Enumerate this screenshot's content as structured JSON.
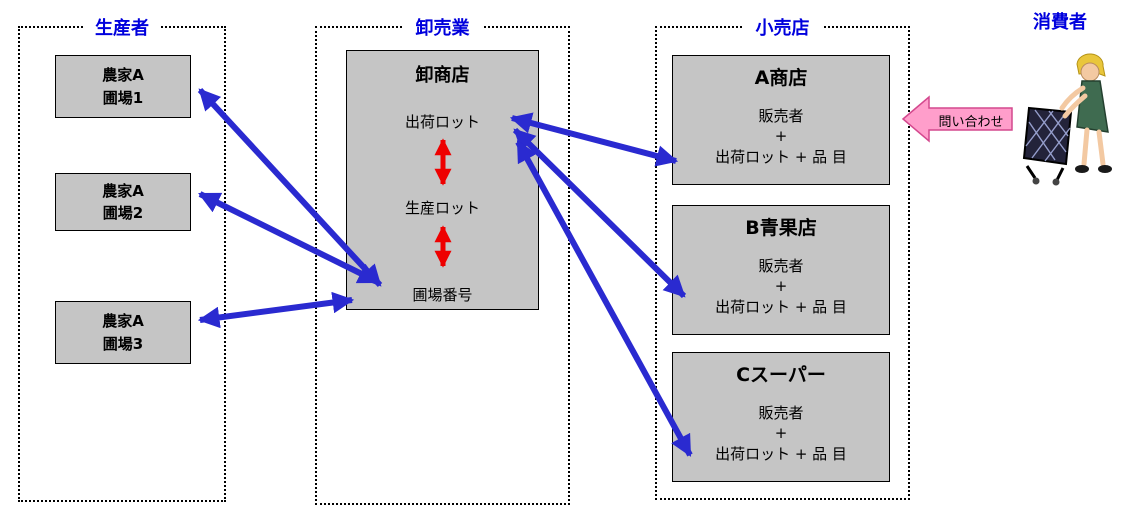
{
  "producers": {
    "title": "生産者",
    "farms": [
      {
        "line1": "農家A",
        "line2": "圃場1"
      },
      {
        "line1": "農家A",
        "line2": "圃場2"
      },
      {
        "line1": "農家A",
        "line2": "圃場3"
      }
    ]
  },
  "wholesale": {
    "title": "卸売業",
    "store_title": "卸商店",
    "items": [
      "出荷ロット",
      "生産ロット",
      "圃場番号"
    ]
  },
  "retail": {
    "title": "小売店",
    "stores": [
      {
        "name": "A商店",
        "seller": "販売者",
        "plus": "+",
        "lot": "出荷ロット + 品 目"
      },
      {
        "name": "B青果店",
        "seller": "販売者",
        "plus": "+",
        "lot": "出荷ロット + 品 目"
      },
      {
        "name": "Cスーパー",
        "seller": "販売者",
        "plus": "+",
        "lot": "出荷ロット + 品 目"
      }
    ]
  },
  "consumer": {
    "title": "消費者",
    "inquiry_label": "問い合わせ"
  },
  "colors": {
    "box_fill": "#c5c5c5",
    "heading_blue": "#0000dd",
    "arrow_blue": "#2a2ad0",
    "arrow_red": "#ee0000",
    "inquiry_pink": "#ff9ecb"
  }
}
